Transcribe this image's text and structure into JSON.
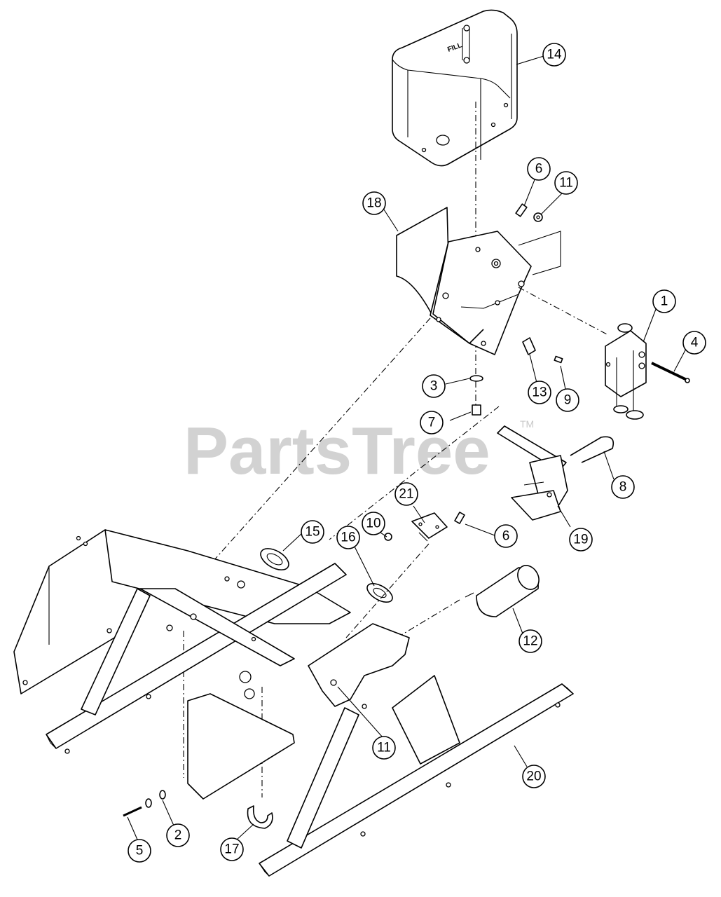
{
  "watermark": {
    "brand": "PartsTree",
    "trademark": "TM"
  },
  "tank_label": "FILL",
  "callouts": [
    {
      "id": "c14",
      "label": "14"
    },
    {
      "id": "c18",
      "label": "18"
    },
    {
      "id": "c6a",
      "label": "6"
    },
    {
      "id": "c11a",
      "label": "11"
    },
    {
      "id": "c1",
      "label": "1"
    },
    {
      "id": "c4",
      "label": "4"
    },
    {
      "id": "c3",
      "label": "3"
    },
    {
      "id": "c13",
      "label": "13"
    },
    {
      "id": "c9",
      "label": "9"
    },
    {
      "id": "c7",
      "label": "7"
    },
    {
      "id": "c8",
      "label": "8"
    },
    {
      "id": "c21",
      "label": "21"
    },
    {
      "id": "c10",
      "label": "10"
    },
    {
      "id": "c6b",
      "label": "6"
    },
    {
      "id": "c19",
      "label": "19"
    },
    {
      "id": "c15",
      "label": "15"
    },
    {
      "id": "c16",
      "label": "16"
    },
    {
      "id": "c12",
      "label": "12"
    },
    {
      "id": "c11b",
      "label": "11"
    },
    {
      "id": "c20",
      "label": "20"
    },
    {
      "id": "c2",
      "label": "2"
    },
    {
      "id": "c5",
      "label": "5"
    },
    {
      "id": "c17",
      "label": "17"
    }
  ]
}
